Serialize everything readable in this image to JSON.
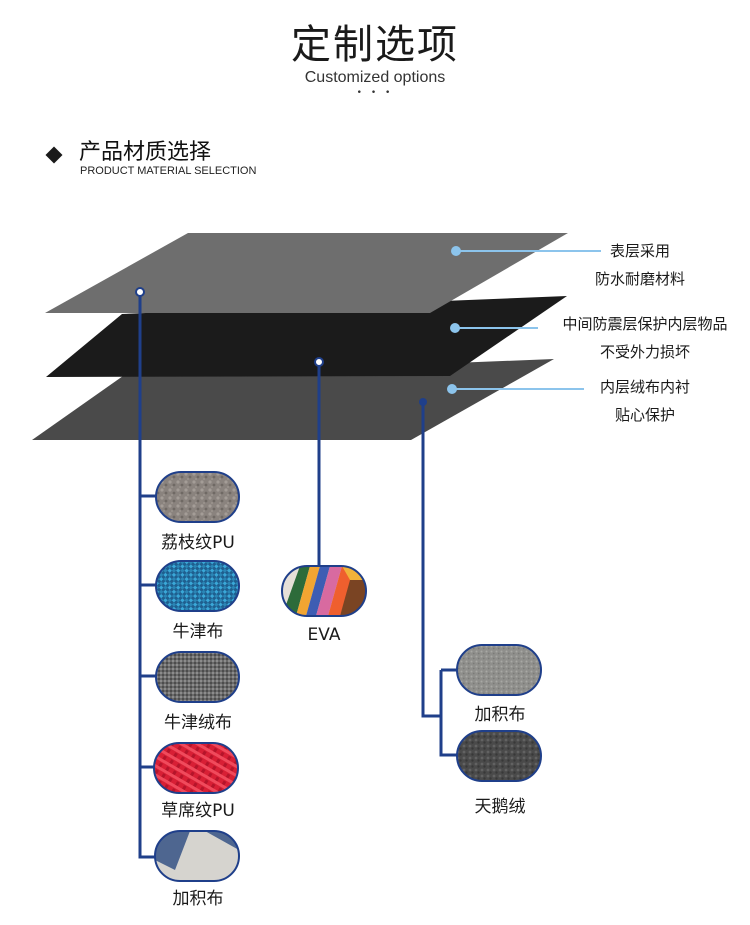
{
  "header": {
    "title": "定制选项",
    "subtitle": "Customized options",
    "dots": "• • •"
  },
  "section": {
    "title": "产品材质选择",
    "subtitle": "PRODUCT MATERIAL SELECTION"
  },
  "layers": {
    "top": {
      "line1": "表层采用",
      "line2": "防水耐磨材料"
    },
    "middle": {
      "line1": "中间防震层保护内层物品",
      "line2": "不受外力损坏"
    },
    "bottom": {
      "line1": "内层绒布内衬",
      "line2": "贴心保护"
    }
  },
  "materials": {
    "outer": [
      "荔枝纹PU",
      "牛津布",
      "牛津绒布",
      "草席纹PU",
      "加积布"
    ],
    "middle": [
      "EVA"
    ],
    "inner": [
      "加积布",
      "天鹅绒"
    ]
  },
  "colors": {
    "line_blue": "#1f3f8a",
    "pointer_blue": "#8cc4ec",
    "layer_top": "#6e6e6e",
    "layer_mid": "#1b1b1b",
    "layer_bottom": "#4a4a4a"
  }
}
